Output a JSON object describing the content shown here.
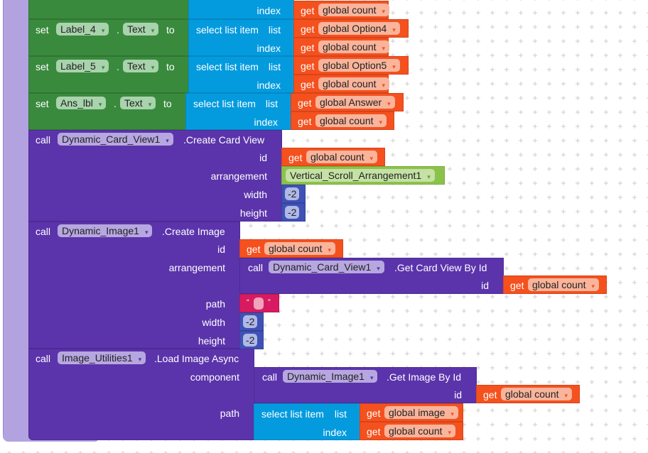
{
  "kw": {
    "set": "set",
    "to": "to",
    "call": "call",
    "get": "get",
    "dot": ".",
    "index": "index",
    "list": "list",
    "id": "id",
    "select": "select list item",
    "arrangement": "arrangement",
    "width": "width",
    "height": "height",
    "path": "path",
    "component": "component",
    "open_quote": "“",
    "close_quote": "”"
  },
  "arrow": "▾",
  "vars": {
    "count": "global count",
    "option4": "global Option4",
    "option5": "global Option5",
    "answer": "global Answer",
    "image": "global image"
  },
  "setters": [
    {
      "component": "Label_4",
      "property": "Text"
    },
    {
      "component": "Label_5",
      "property": "Text"
    },
    {
      "component": "Ans_lbl",
      "property": "Text"
    }
  ],
  "create_card": {
    "component": "Dynamic_Card_View1",
    "method": ".Create Card View",
    "arrangement": "Vertical_Scroll_Arrangement1",
    "width": "-2",
    "height": "-2"
  },
  "create_image": {
    "component": "Dynamic_Image1",
    "method": ".Create Image",
    "get_card_component": "Dynamic_Card_View1",
    "get_card_method": ".Get Card View By Id",
    "path": "",
    "width": "-2",
    "height": "-2"
  },
  "load_image": {
    "component": "Image_Utilities1",
    "method": ".Load Image Async",
    "get_image_component": "Dynamic_Image1",
    "get_image_method": ".Get Image By Id"
  },
  "colors": {
    "set_block": "#3a8a3e",
    "list_block": "#049bde",
    "variable_block": "#f4511e",
    "component_block": "#5b34ab",
    "number_block": "#3f51b5",
    "text_block": "#d81b60",
    "outer_event": "#b3a2e0"
  }
}
